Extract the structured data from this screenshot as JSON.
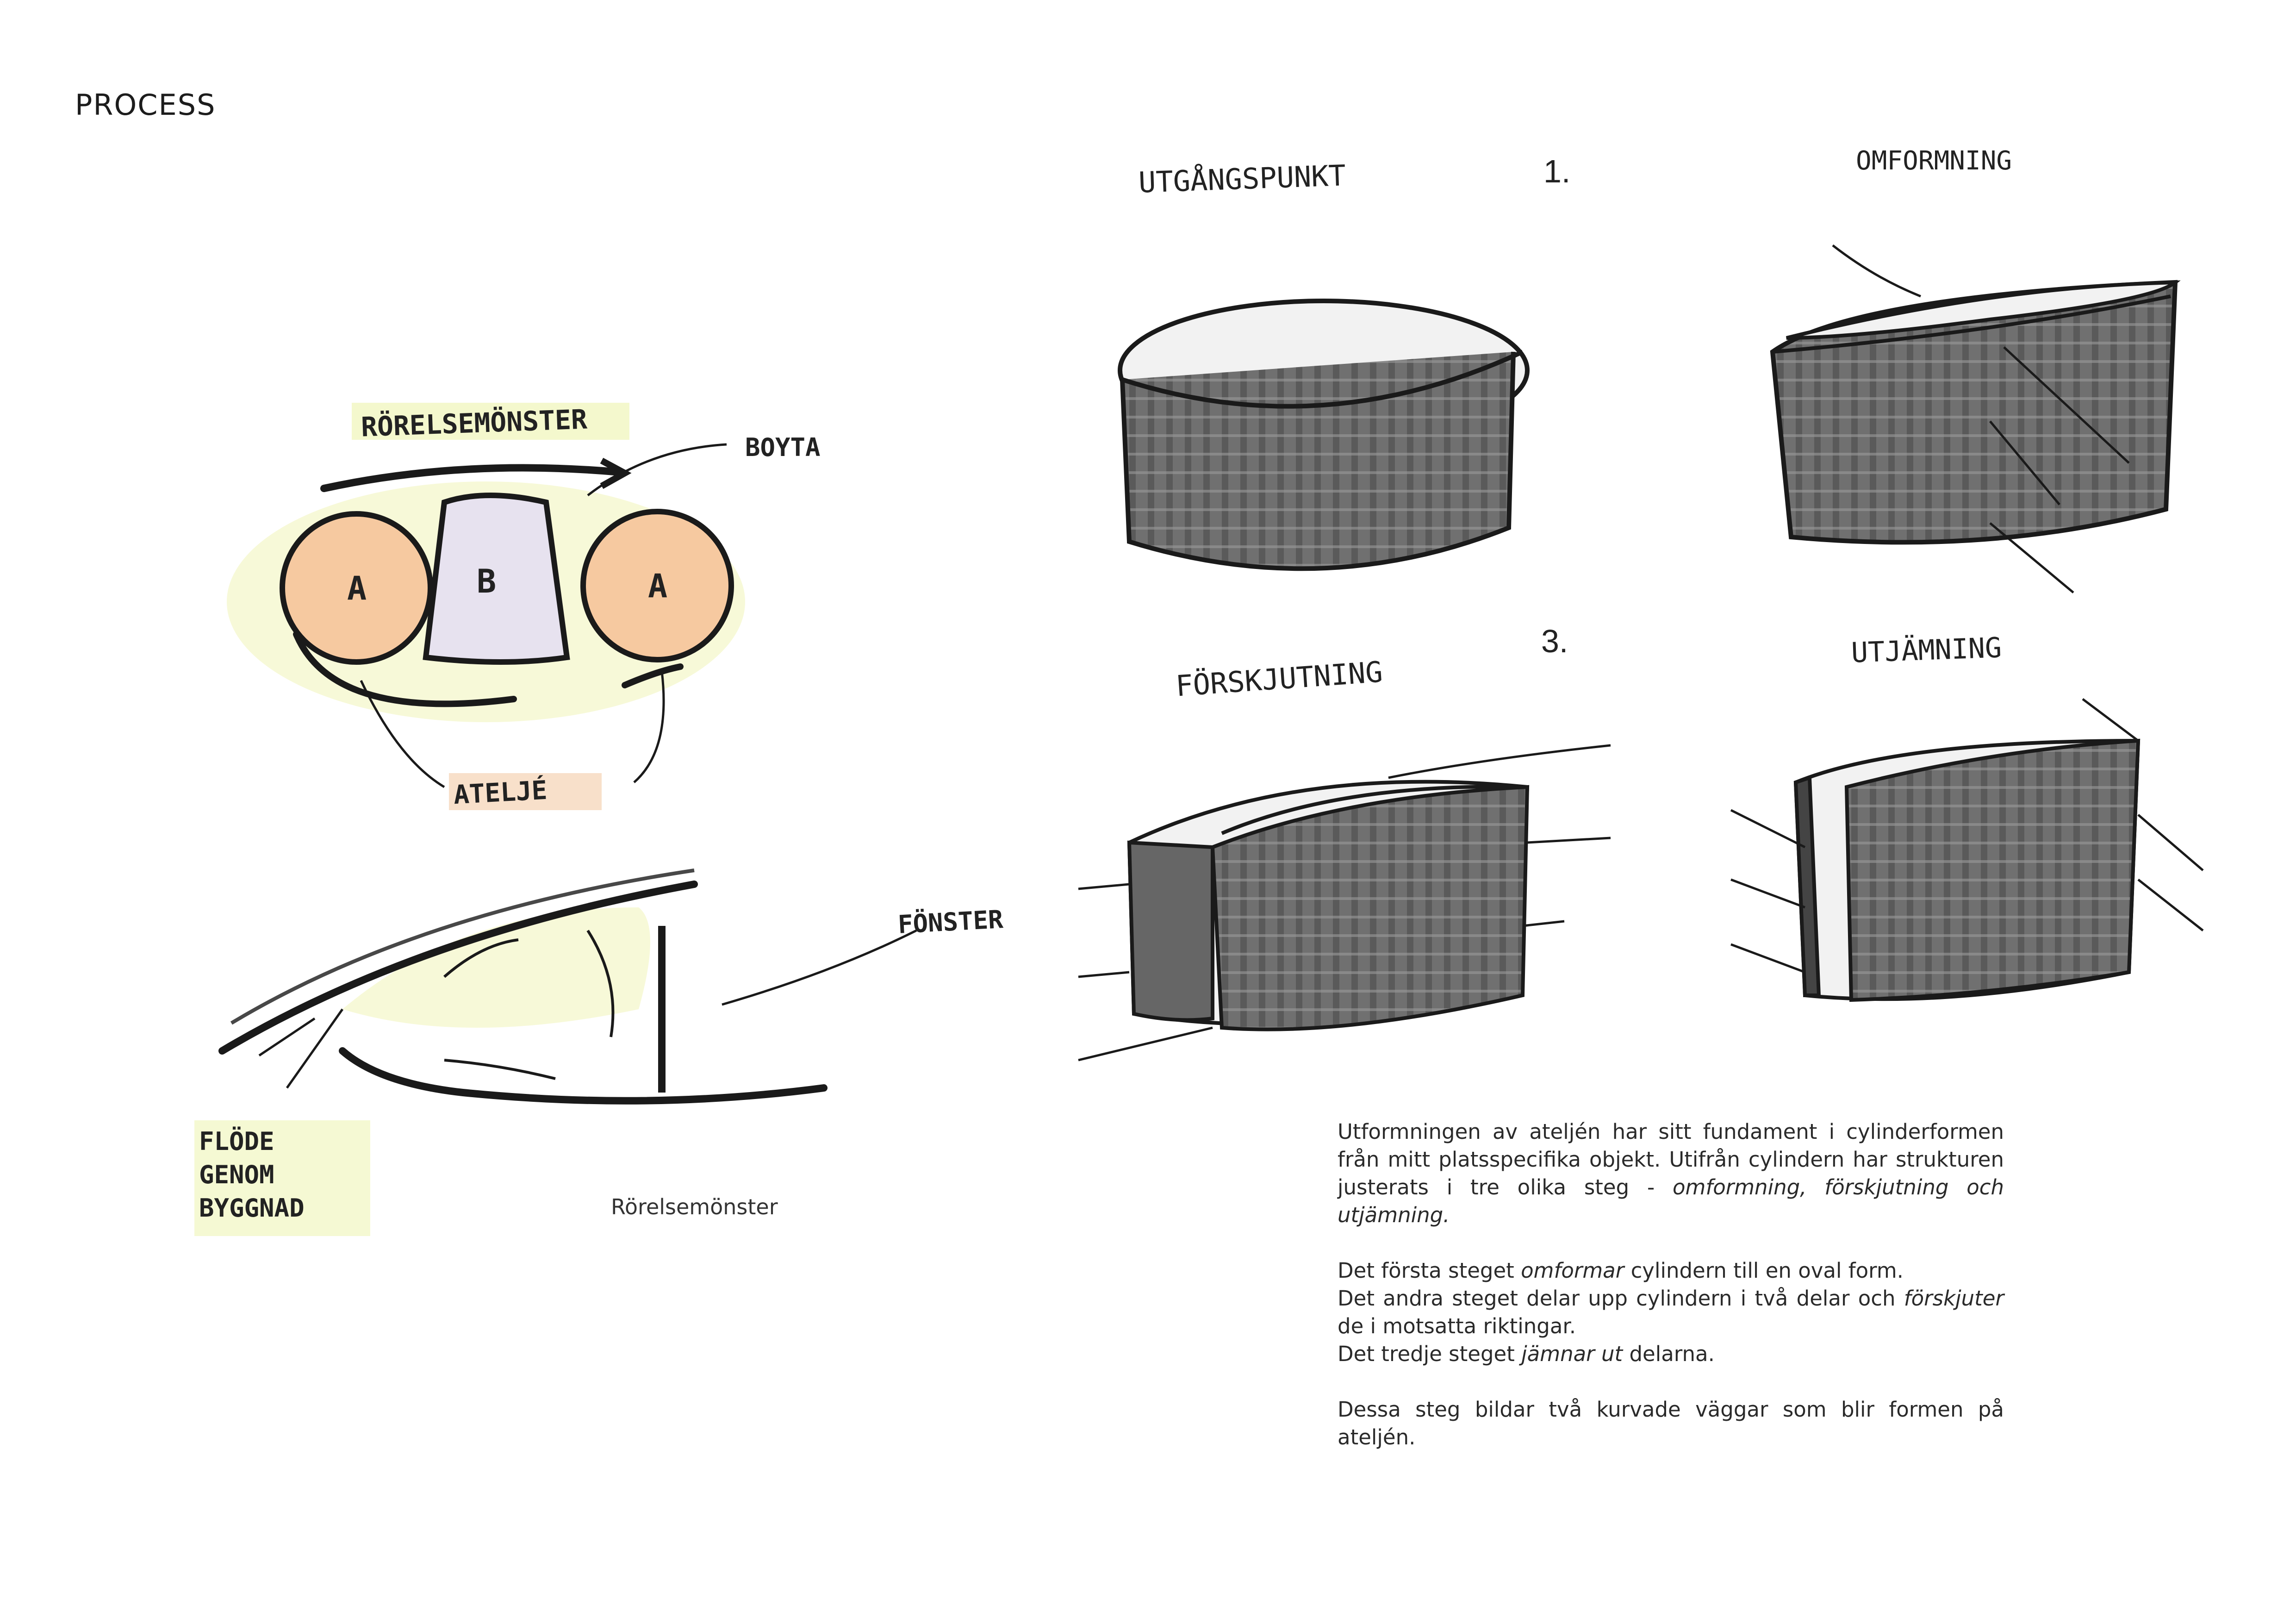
{
  "page_title": "PROCESS",
  "sketch_labels": {
    "movement_pattern": "RÖRELSEMÖNSTER",
    "living_area": "BOYTA",
    "studio": "ATELJÉ",
    "window": "FÖNSTER",
    "flow_line1": "FLÖDE",
    "flow_line2": "GENOM",
    "flow_line3": "BYGGNAD",
    "circle_a_left": "A",
    "block_b": "B",
    "circle_a_right": "A"
  },
  "caption": "Rörelsemönster",
  "steps": {
    "step1_title": "UTGÅNGSPUNKT",
    "step1_number": "1.",
    "step2_title": "OMFORMNING",
    "step3_title": "FÖRSKJUTNING",
    "step3_number": "3.",
    "step4_title": "UTJÄMNING"
  },
  "description": {
    "p1_a": "Utformningen av ateljén har sitt fundament i cylinderformen från mitt platsspecifika objekt. Utifrån cylindern har strukturen justerats i tre olika steg - ",
    "p1_em": "omformning, förskjutning och utjämning.",
    "p2_l1_a": "Det första steget ",
    "p2_l1_em": "omformar",
    "p2_l1_b": " cylindern till en oval form.",
    "p2_l2_a": "Det andra steget delar upp cylindern i två delar och ",
    "p2_l2_em": "förskjuter",
    "p2_l2_b": " de i motsatta riktingar.",
    "p2_l3_a": "Det tredje steget ",
    "p2_l3_em": "jämnar ut",
    "p2_l3_b": " delarna.",
    "p3": "Dessa steg bildar två kurvade väggar som blir formen på ateljén."
  },
  "colors": {
    "ink": "#1a1a1a",
    "orange_marker": "#f6c9a0",
    "lavender_marker": "#e7e2ef",
    "yellow_highlight": "#f3f7c8",
    "gray_wash": "#6b6b6b"
  }
}
